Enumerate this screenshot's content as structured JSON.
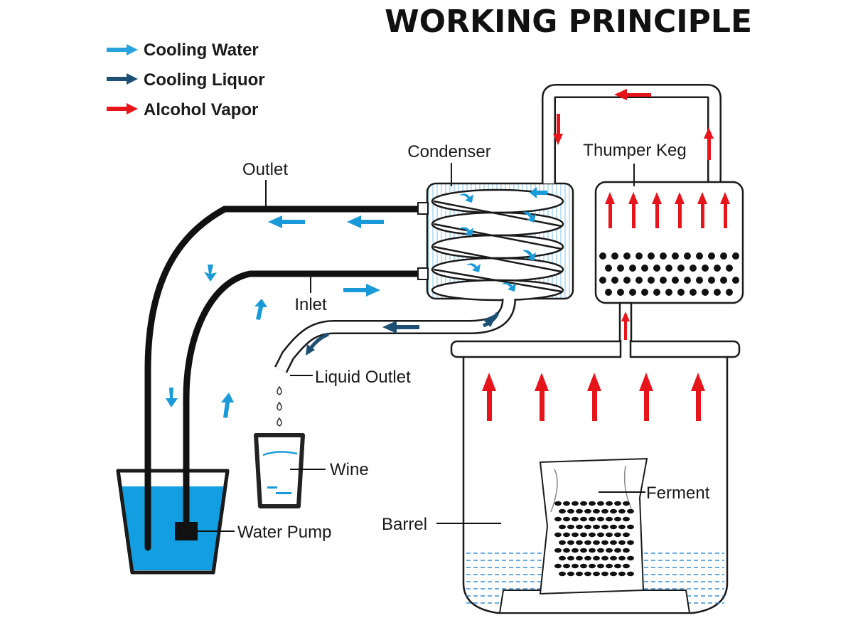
{
  "title": "WORKING PRINCIPLE",
  "legend": [
    {
      "label": "Cooling Water",
      "color": "#29a3dd"
    },
    {
      "label": "Cooling Liquor",
      "color": "#1d4f73"
    },
    {
      "label": "Alcohol Vapor",
      "color": "#e8141b"
    }
  ],
  "labels": {
    "outlet": "Outlet",
    "inlet": "Inlet",
    "condenser": "Condenser",
    "thumper_keg": "Thumper Keg",
    "liquid_outlet": "Liquid Outlet",
    "wine": "Wine",
    "water_pump": "Water Pump",
    "barrel": "Barrel",
    "ferment": "Ferment"
  },
  "colors": {
    "water": "#1a9ad9",
    "liquor": "#1d4f73",
    "vapor": "#e8141b",
    "line": "#1a1a1a"
  },
  "icons": [
    "right-arrow-icon",
    "water-drop-icon"
  ]
}
